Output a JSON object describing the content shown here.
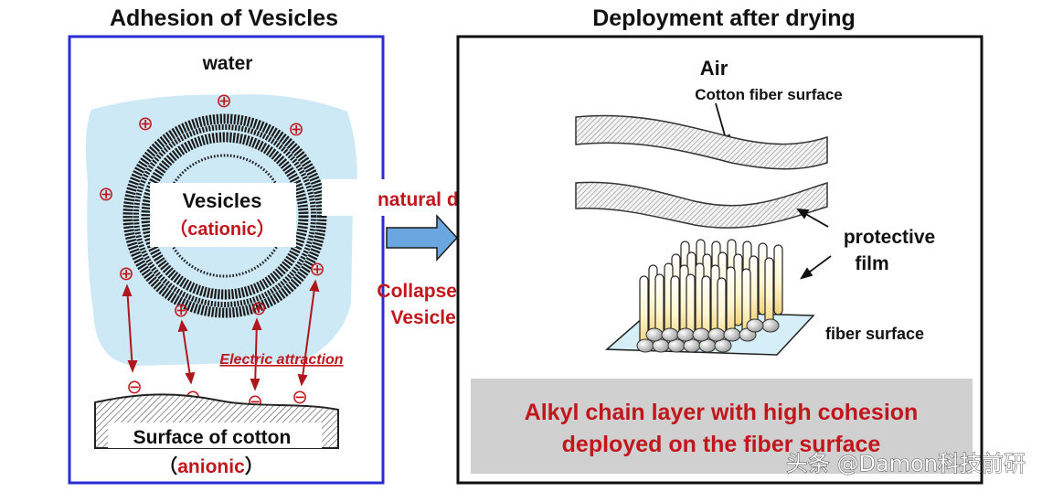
{
  "left_panel": {
    "title": "Adhesion of Vesicles",
    "water_label": "water",
    "vesicle_label": "Vesicles",
    "vesicle_charge": "（cationic）",
    "attraction_label": "Electric attraction",
    "surface_label": "Surface of cotton",
    "surface_charge_open": "（",
    "surface_charge": "anionic",
    "surface_charge_close": "）",
    "positive_symbol": "⊕",
    "negative_symbol": "⊖"
  },
  "middle": {
    "drying_label": "natural drying",
    "collapse_line1": "Collapse of",
    "collapse_line2": "Vesicles"
  },
  "right_panel": {
    "title": "Deployment after drying",
    "air_label": "Air",
    "cotton_surface_label": "Cotton fiber surface",
    "protective_line1": "protective",
    "protective_line2": "film",
    "fiber_surface_label": "fiber surface",
    "summary_line1": "Alkyl chain layer with high cohesion",
    "summary_line2": "deployed on the fiber surface"
  },
  "watermark": "头条 @Damon科技前研",
  "colors": {
    "left_border": "#2b2bd6",
    "water": "#cde9f6",
    "accent_red": "#c0161c",
    "arrow_blue": "#6aa6e0",
    "summary_bg": "#d0d0d0"
  }
}
